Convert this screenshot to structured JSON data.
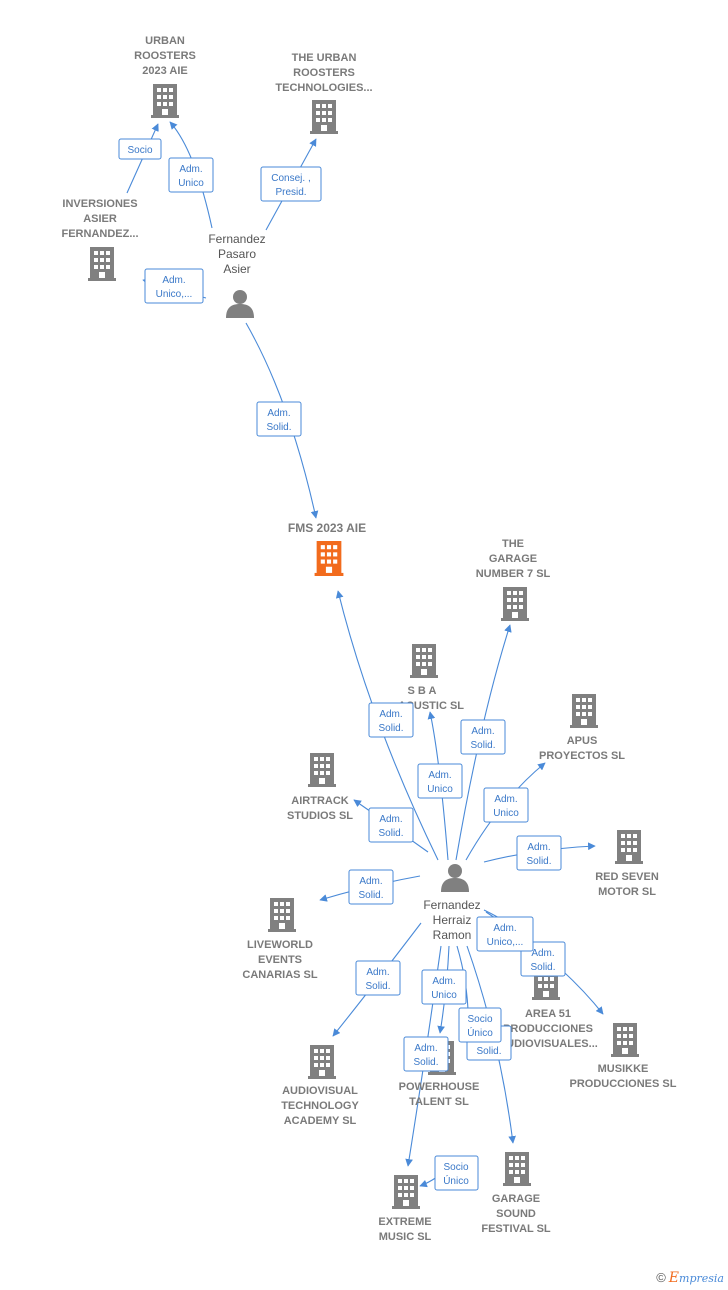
{
  "colors": {
    "edge": "#4a8ad8",
    "company": "#808080",
    "focus": "#f26b1d",
    "person": "#808080"
  },
  "nodes": [
    {
      "id": "urban2023",
      "type": "company",
      "label": [
        "URBAN",
        "ROOSTERS",
        "2023 AIE"
      ]
    },
    {
      "id": "urbantech",
      "type": "company",
      "label": [
        "THE URBAN",
        "ROOSTERS",
        "TECHNOLOGIES..."
      ]
    },
    {
      "id": "inversiones",
      "type": "company",
      "label": [
        "INVERSIONES",
        "ASIER",
        "FERNANDEZ..."
      ]
    },
    {
      "id": "fpasaro",
      "type": "person",
      "label": [
        "Fernandez",
        "Pasaro",
        "Asier"
      ]
    },
    {
      "id": "fms",
      "type": "focus",
      "label": [
        "FMS 2023  AIE"
      ]
    },
    {
      "id": "garage7",
      "type": "company",
      "label": [
        "THE",
        "GARAGE",
        "NUMBER 7  SL"
      ]
    },
    {
      "id": "sba",
      "type": "company",
      "label": [
        "S B A",
        "ACUSTIC SL"
      ]
    },
    {
      "id": "apus",
      "type": "company",
      "label": [
        "APUS",
        "PROYECTOS SL"
      ]
    },
    {
      "id": "airtrack",
      "type": "company",
      "label": [
        "AIRTRACK",
        "STUDIOS SL"
      ]
    },
    {
      "id": "redseven",
      "type": "company",
      "label": [
        "RED SEVEN",
        "MOTOR SL"
      ]
    },
    {
      "id": "fherraiz",
      "type": "person",
      "label": [
        "Fernandez",
        "Herraiz",
        "Ramon"
      ]
    },
    {
      "id": "liveworld",
      "type": "company",
      "label": [
        "LIVEWORLD",
        "EVENTS",
        "CANARIAS  SL"
      ]
    },
    {
      "id": "area51",
      "type": "company",
      "label": [
        "AREA 51",
        "PRODUCCIONES",
        "AUDIOVISUALES..."
      ]
    },
    {
      "id": "musikke",
      "type": "company",
      "label": [
        "MUSIKKE",
        "PRODUCCIONES SL"
      ]
    },
    {
      "id": "audiovisual",
      "type": "company",
      "label": [
        "AUDIOVISUAL",
        "TECHNOLOGY",
        "ACADEMY SL"
      ]
    },
    {
      "id": "powerhouse",
      "type": "company",
      "label": [
        "POWERHOUSE",
        "TALENT  SL"
      ]
    },
    {
      "id": "garagesound",
      "type": "company",
      "label": [
        "GARAGE",
        "SOUND",
        "FESTIVAL  SL"
      ]
    },
    {
      "id": "extreme",
      "type": "company",
      "label": [
        "EXTREME",
        "MUSIC SL"
      ]
    }
  ],
  "edges": [
    {
      "id": "e-socio-urban",
      "role": [
        "Socio"
      ]
    },
    {
      "id": "e-admunico-urban",
      "role": [
        "Adm.",
        "Unico"
      ]
    },
    {
      "id": "e-consej-tech",
      "role": [
        "Consej. ,",
        "Presid."
      ]
    },
    {
      "id": "e-admunico-inv",
      "role": [
        "Adm.",
        "Unico,..."
      ]
    },
    {
      "id": "e-admsolid-fms-top",
      "role": [
        "Adm.",
        "Solid."
      ]
    },
    {
      "id": "e-admsolid-fms-bottom",
      "role": [
        "Adm.",
        "Solid."
      ]
    },
    {
      "id": "e-admsolid-garage7",
      "role": [
        "Adm.",
        "Solid."
      ]
    },
    {
      "id": "e-admunico-sba",
      "role": [
        "Adm.",
        "Unico"
      ]
    },
    {
      "id": "e-admunico-apus",
      "role": [
        "Adm.",
        "Unico"
      ]
    },
    {
      "id": "e-admsolid-airtrack",
      "role": [
        "Adm.",
        "Solid."
      ]
    },
    {
      "id": "e-admsolid-redseven",
      "role": [
        "Adm.",
        "Solid."
      ]
    },
    {
      "id": "e-admsolid-liveworld",
      "role": [
        "Adm.",
        "Solid."
      ]
    },
    {
      "id": "e-admunico-area51",
      "role": [
        "Adm.",
        "Unico,..."
      ]
    },
    {
      "id": "e-admsolid-musikke",
      "role": [
        "Adm.",
        "Solid."
      ]
    },
    {
      "id": "e-admsolid-audiovisual",
      "role": [
        "Adm.",
        "Solid."
      ]
    },
    {
      "id": "e-admunico-powerhouse",
      "role": [
        "Adm.",
        "Unico"
      ]
    },
    {
      "id": "e-socio-powerhouse",
      "role": [
        "Socio",
        "Único"
      ]
    },
    {
      "id": "e-admsolid-garagesound",
      "role": [
        "Adm.",
        "Solid."
      ]
    },
    {
      "id": "e-admsolid-extreme",
      "role": [
        "Adm.",
        "Solid."
      ]
    },
    {
      "id": "e-socio-extreme",
      "role": [
        "Socio",
        "Único"
      ]
    }
  ],
  "brand": {
    "copyright": "©",
    "first_letter": "E",
    "rest": "mpresia"
  }
}
